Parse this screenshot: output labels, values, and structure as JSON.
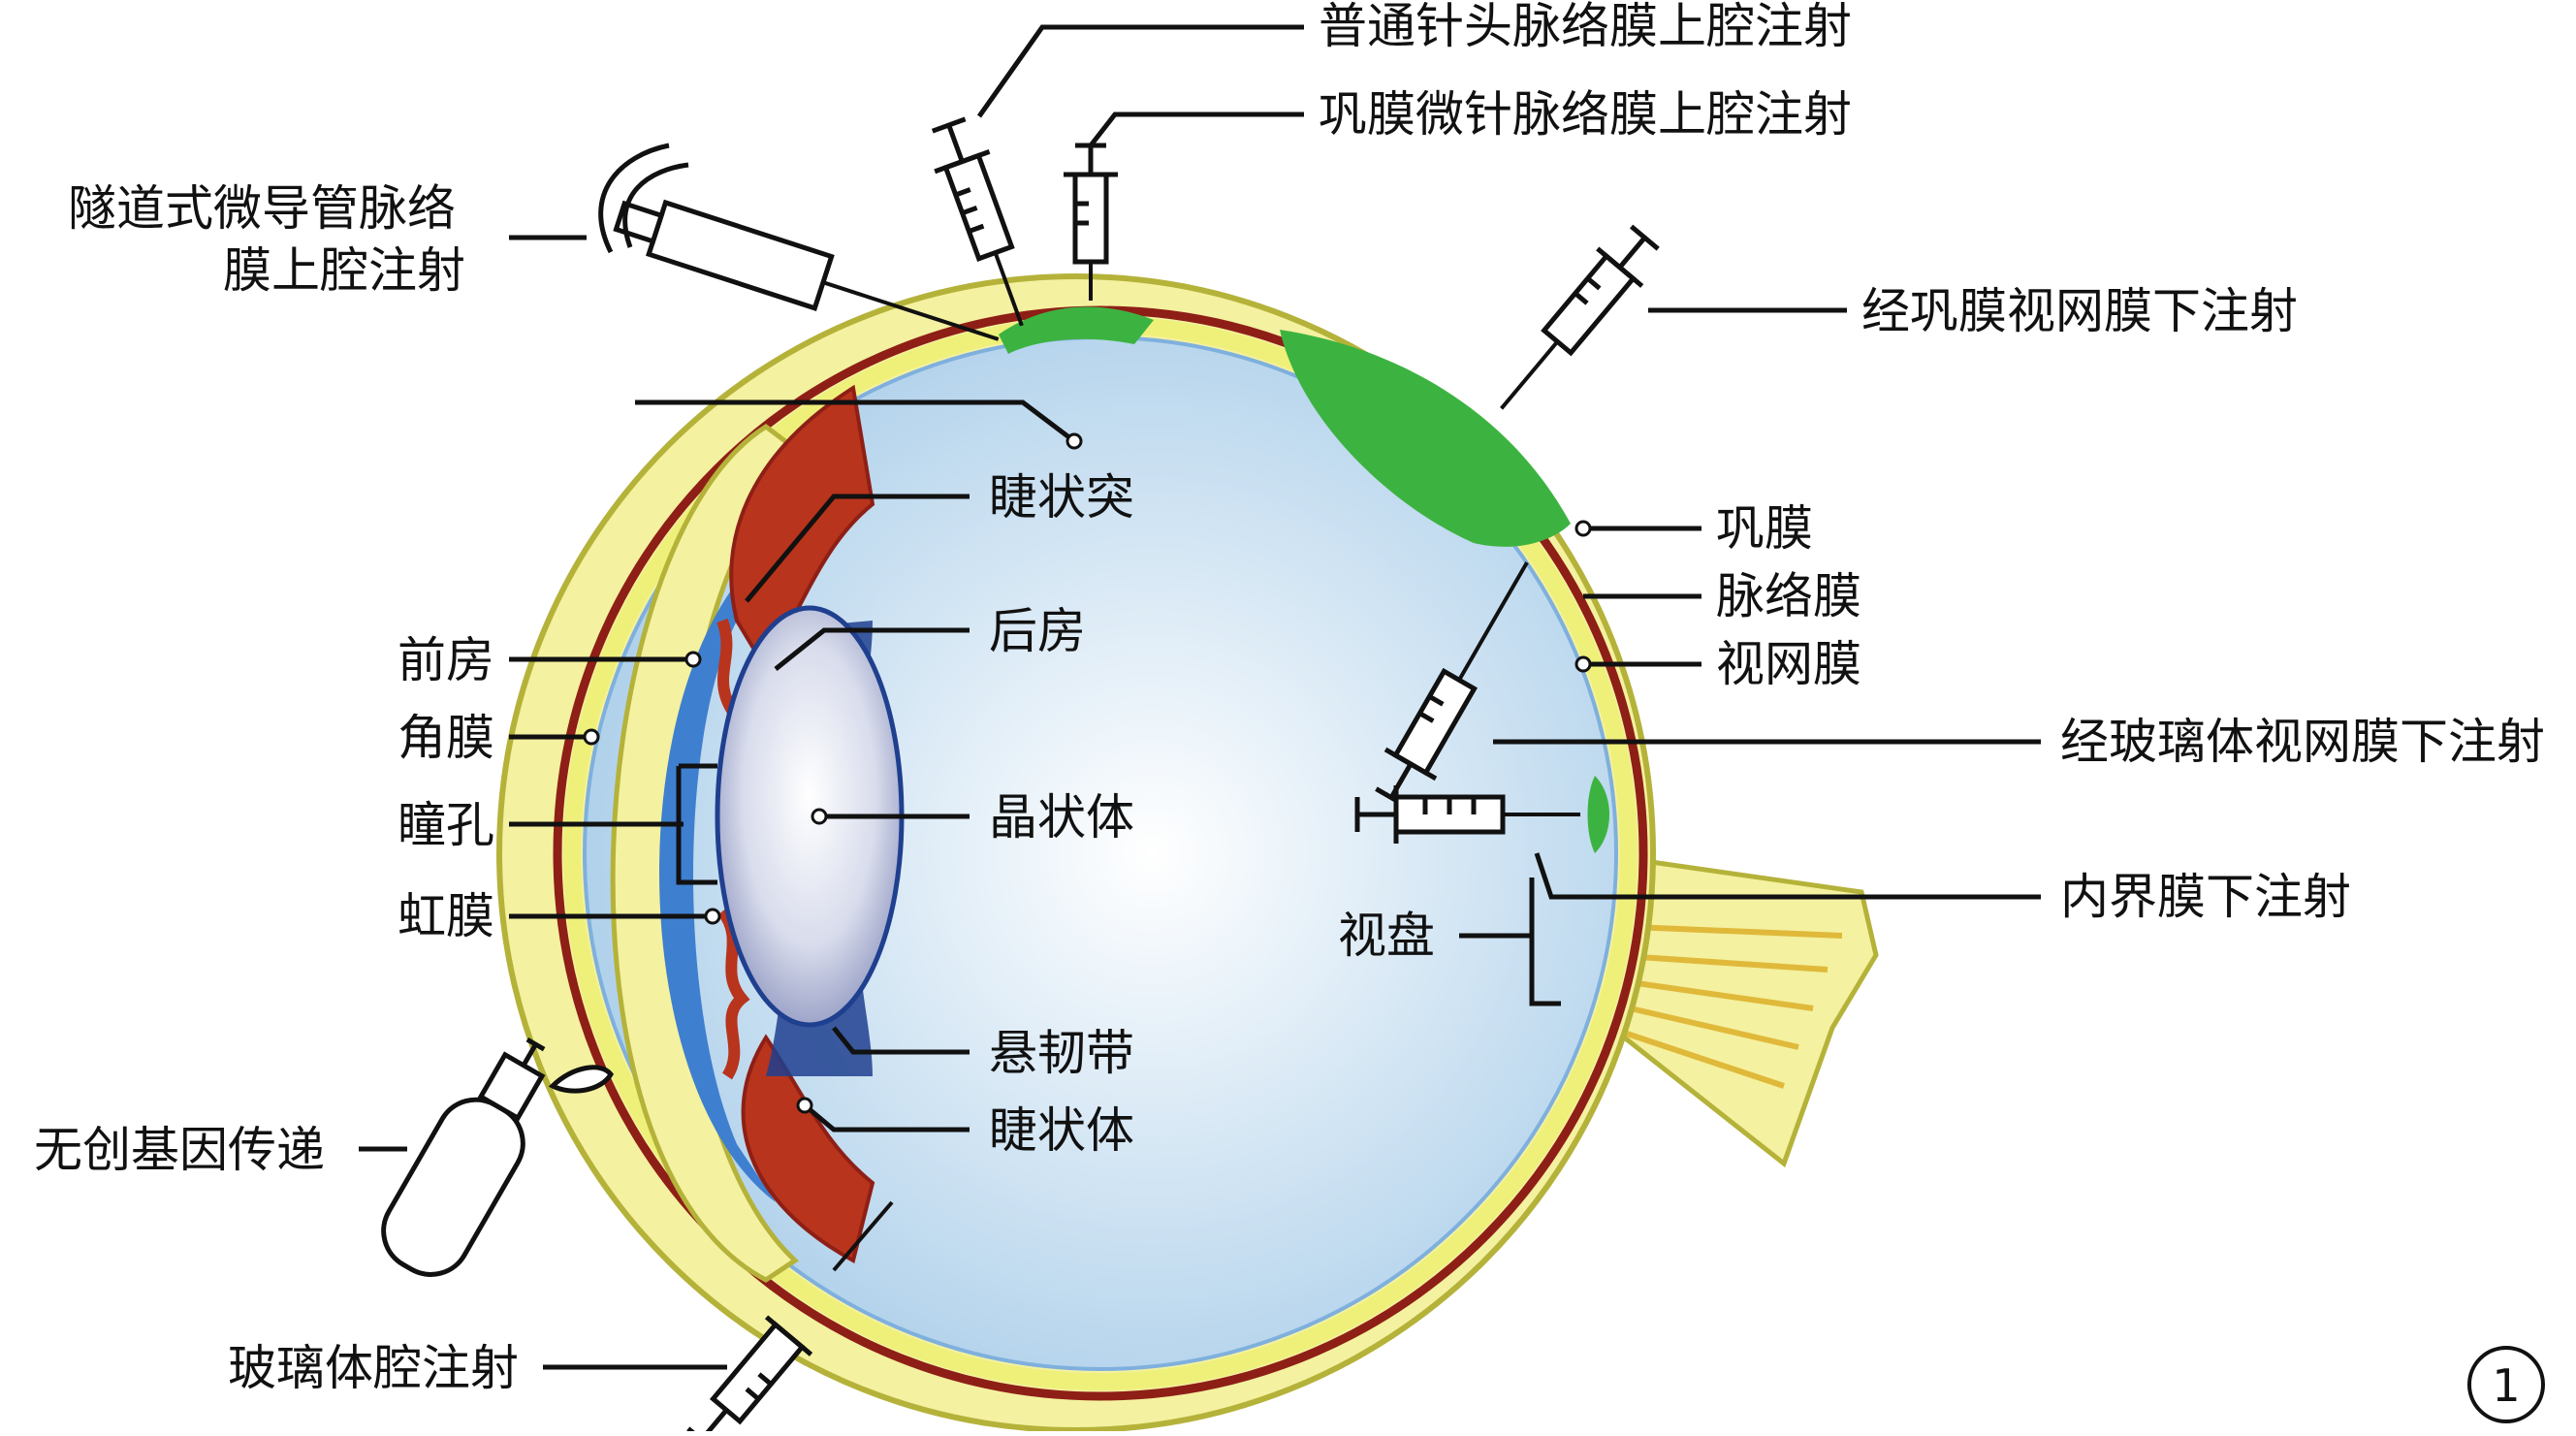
{
  "figure": {
    "panel_number": "1",
    "colors": {
      "sclera": "#f4f1a0",
      "sclera_edge": "#b5b23a",
      "choroid": "#8e1f16",
      "retina": "#eef07a",
      "vitreous": "#cfe4f4",
      "vitreous_edge": "#7fb0dd",
      "anterior_chamber": "#3f7fcf",
      "iris": "#b8341c",
      "lens": "#c9cfe6",
      "fluid": "#3cb340",
      "zonule": "#1f3f8f"
    }
  },
  "labels": {
    "suprachoroidal_needle": "普通针头脉络膜上腔注射",
    "suprachoroidal_microneedle": "巩膜微针脉络膜上腔注射",
    "microcatheter_line1": "隧道式微导管脉络",
    "microcatheter_line2": "膜上腔注射",
    "transscleral_subretinal": "经巩膜视网膜下注射",
    "ciliary_process": "睫状突",
    "sclera": "巩膜",
    "choroid": "脉络膜",
    "retina": "视网膜",
    "posterior_chamber": "后房",
    "anterior_chamber": "前房",
    "cornea": "角膜",
    "lens": "晶状体",
    "transvitreal_subretinal": "经玻璃体视网膜下注射",
    "pupil": "瞳孔",
    "sub_ilm": "内界膜下注射",
    "iris": "虹膜",
    "optic_disc": "视盘",
    "zonule": "悬韧带",
    "ciliary_body": "睫状体",
    "noninvasive_delivery": "无创基因传递",
    "intravitreal": "玻璃体腔注射"
  }
}
